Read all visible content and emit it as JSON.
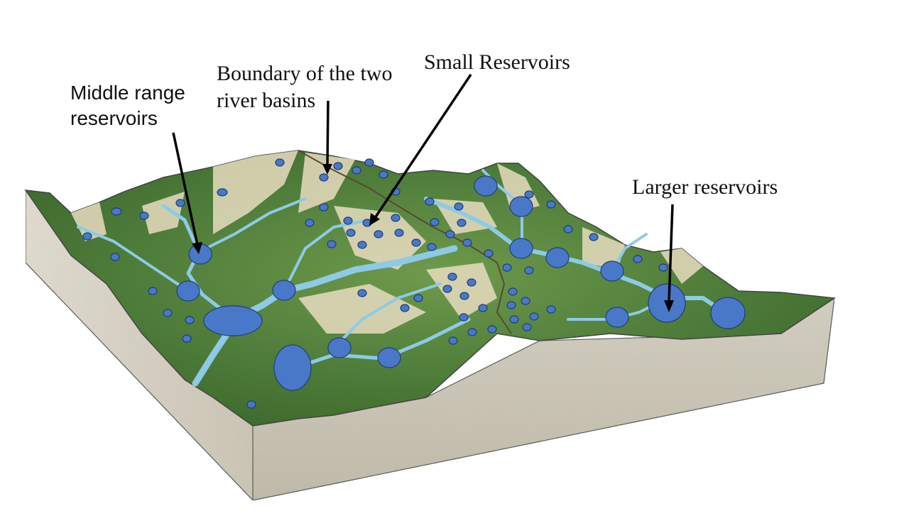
{
  "labels": {
    "middle": [
      "Middle range",
      "reservoirs"
    ],
    "boundary": [
      "Boundary of the two",
      "river basins"
    ],
    "small": "Small Reservoirs",
    "larger": "Larger reservoirs"
  },
  "colors": {
    "reservoir_fill": "#4a78c8",
    "reservoir_stroke": "#1f3d7a",
    "river": "#8ecae6",
    "vegetation": "#4f7d3a",
    "ridge": "#e8dcc0",
    "soil_block": "#cfc9b8"
  }
}
